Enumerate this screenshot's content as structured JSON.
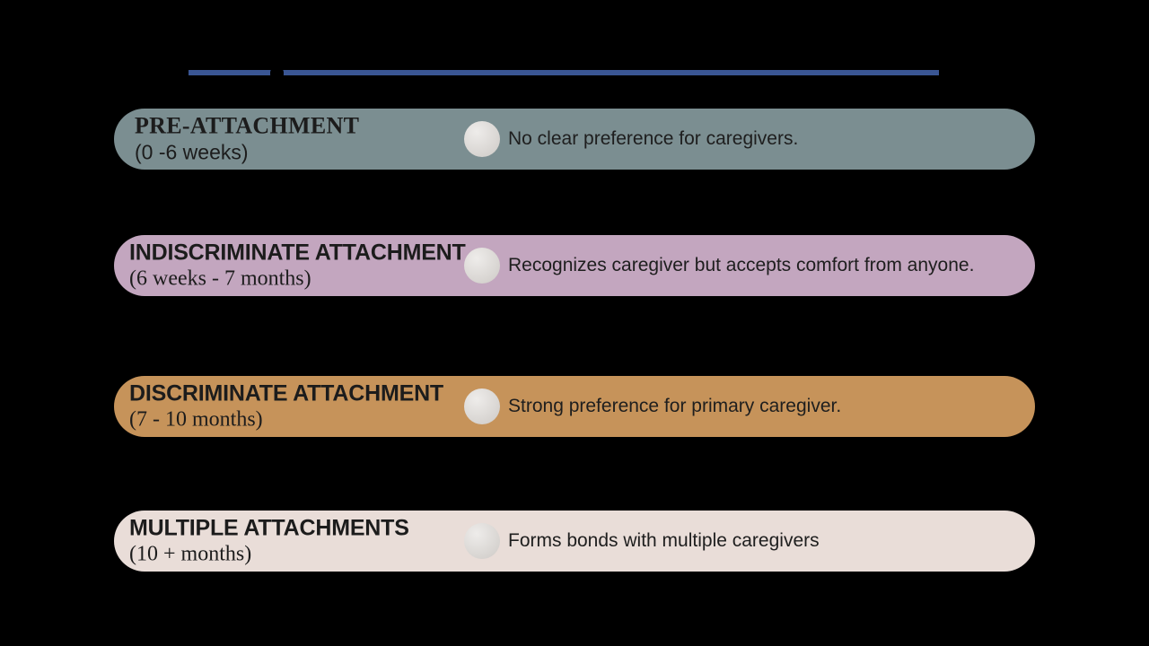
{
  "canvas": {
    "background_color": "#000000"
  },
  "title": {
    "underline_color": "#3a5694"
  },
  "bullet": {
    "color": "#ddd9d5"
  },
  "stages": [
    {
      "name": "PRE-ATTACHMENT",
      "age_range": "(0 -6 weeks)",
      "description": "No clear preference for caregivers.",
      "pill_color": "#7b8e91"
    },
    {
      "name": "INDISCRIMINATE ATTACHMENT",
      "age_range": "(6 weeks - 7 months)",
      "description": "Recognizes caregiver but accepts comfort from anyone.",
      "pill_color": "#c3a6bf"
    },
    {
      "name": "DISCRIMINATE ATTACHMENT",
      "age_range": "(7 - 10 months)",
      "description": "Strong preference for primary caregiver.",
      "pill_color": "#c6935a"
    },
    {
      "name": "MULTIPLE ATTACHMENTS",
      "age_range": "(10 + months)",
      "description": "Forms bonds with multiple caregivers",
      "pill_color": "#e9ddd8"
    }
  ]
}
